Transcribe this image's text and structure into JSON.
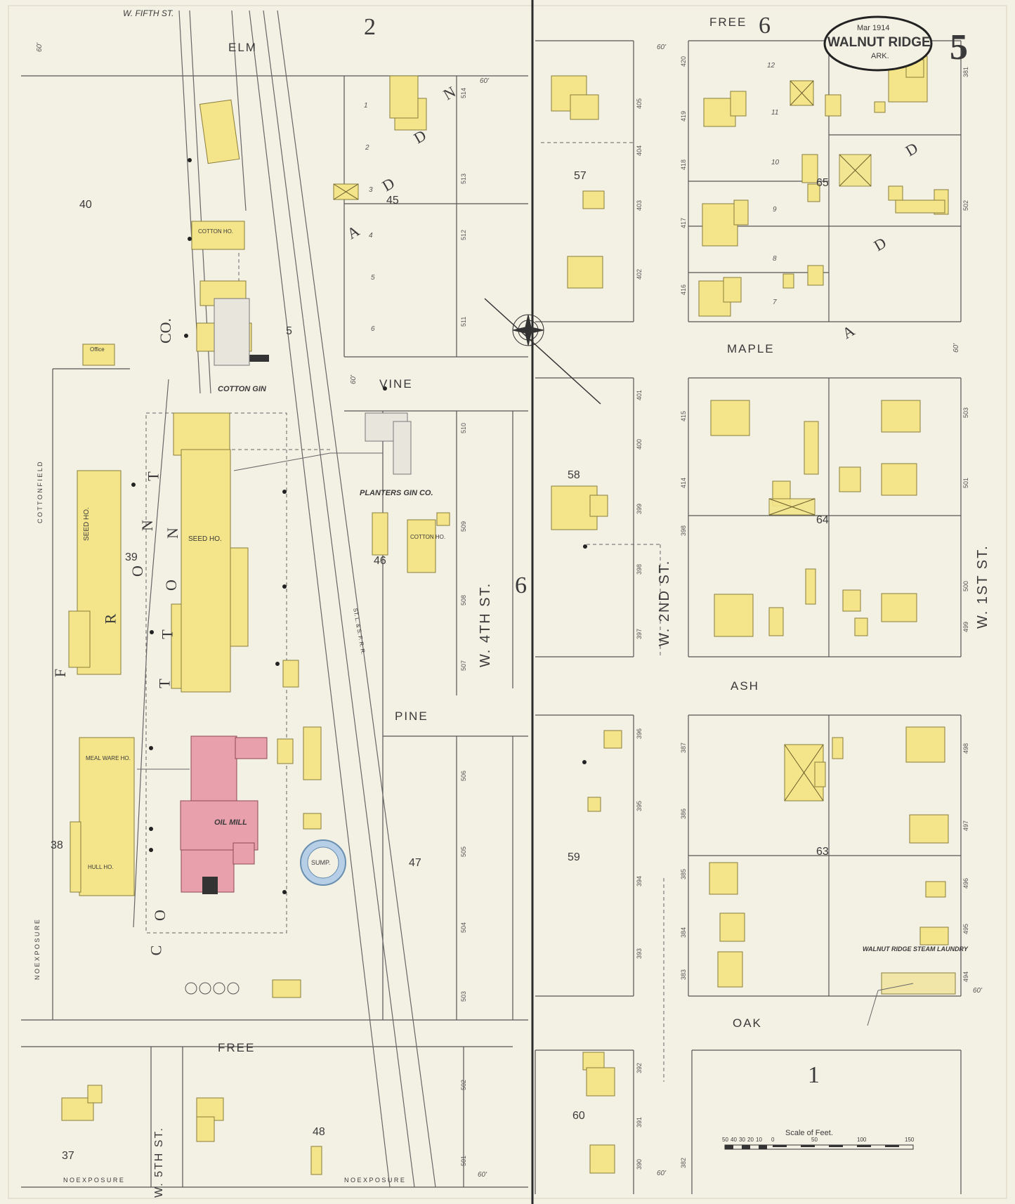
{
  "title_stamp": {
    "date": "Mar 1914",
    "place": "WALNUT RIDGE",
    "state": "ARK."
  },
  "sheet_number": "5",
  "streets": {
    "fifth": "W. FIFTH ST.",
    "elm": "ELM",
    "free_top": "FREE",
    "vine": "VINE",
    "pine": "PINE",
    "free_bottom": "FREE",
    "maple": "MAPLE",
    "ash": "ASH",
    "oak": "OAK",
    "fourth": "W. 4TH ST.",
    "second": "W. 2ND ST.",
    "first": "W. 1ST ST.",
    "fifth_vertical": "W. 5TH ST."
  },
  "big_numbers": {
    "elm_2": "2",
    "free_6": "6",
    "center_6": "6",
    "oak_1": "1"
  },
  "blocks": [
    "40",
    "45",
    "5",
    "39",
    "38",
    "46",
    "47",
    "57",
    "58",
    "59",
    "60",
    "65",
    "64",
    "63",
    "37",
    "48"
  ],
  "additions": {
    "walnut_ridge_letters": [
      "A",
      "D",
      "D",
      "N"
    ],
    "cotton_letters": [
      "C",
      "O",
      "T",
      "T",
      "O",
      "N"
    ],
    "railroad_letters": [
      "F",
      "R",
      "O",
      "N",
      "T"
    ],
    "maple_letters": [
      "A",
      "D",
      "D"
    ]
  },
  "company_labels": {
    "cotton_oil": "CO.",
    "cotton_gin": "COTTON GIN",
    "planters_gin": "PLANTERS GIN CO.",
    "oil_mill": "OIL MILL",
    "seed_ho": "SEED HO.",
    "seed_ho_2": "SEED HO.",
    "meal_ware_ho": "MEAL WARE HO.",
    "hull_ho": "HULL HO.",
    "cotton_ho": "COTTON HO.",
    "cotton_ho_2": "COTTON HO.",
    "sump": "SUMP.",
    "laundry": "WALNUT RIDGE STEAM LAUNDRY",
    "office": "Office",
    "railroad": "ST. L. & S. F. R. R.",
    "no_exposure": "N O   E X P O S U R E",
    "no_exposure_b": "N O   E X P O S U R E",
    "cotton_field": "C O T T O N    F I E L D",
    "no_exposure_left": "N O   E X P O S U R E"
  },
  "scale": {
    "label": "Scale of Feet.",
    "ticks": [
      "50",
      "40",
      "30",
      "20",
      "10",
      "0",
      "50",
      "100",
      "150"
    ]
  },
  "addresses": [
    "514",
    "513",
    "512",
    "511",
    "510",
    "509",
    "508",
    "507",
    "506",
    "505",
    "504",
    "503",
    "502",
    "501",
    "405",
    "404",
    "403",
    "402",
    "401",
    "400",
    "399",
    "398",
    "397",
    "396",
    "395",
    "394",
    "393",
    "392",
    "391",
    "390",
    "420",
    "419",
    "418",
    "417",
    "416",
    "415",
    "414",
    "398",
    "387",
    "386",
    "385",
    "384",
    "383",
    "382",
    "381",
    "502",
    "503",
    "501",
    "500",
    "499",
    "498",
    "497",
    "496",
    "495",
    "494"
  ],
  "lot_numbers_sample": [
    "1",
    "2",
    "3",
    "4",
    "5",
    "6",
    "7",
    "8",
    "9",
    "10",
    "11",
    "12"
  ],
  "dimension_labels": [
    "60'",
    "60'",
    "60'",
    "60'",
    "60'",
    "60'",
    "60'",
    "60'"
  ],
  "colors": {
    "paper": "#f3f0e4",
    "frame": "#f4e58a",
    "brick": "#e9a0ad",
    "line": "#3a3a3a",
    "water": "#b6cfe6"
  }
}
